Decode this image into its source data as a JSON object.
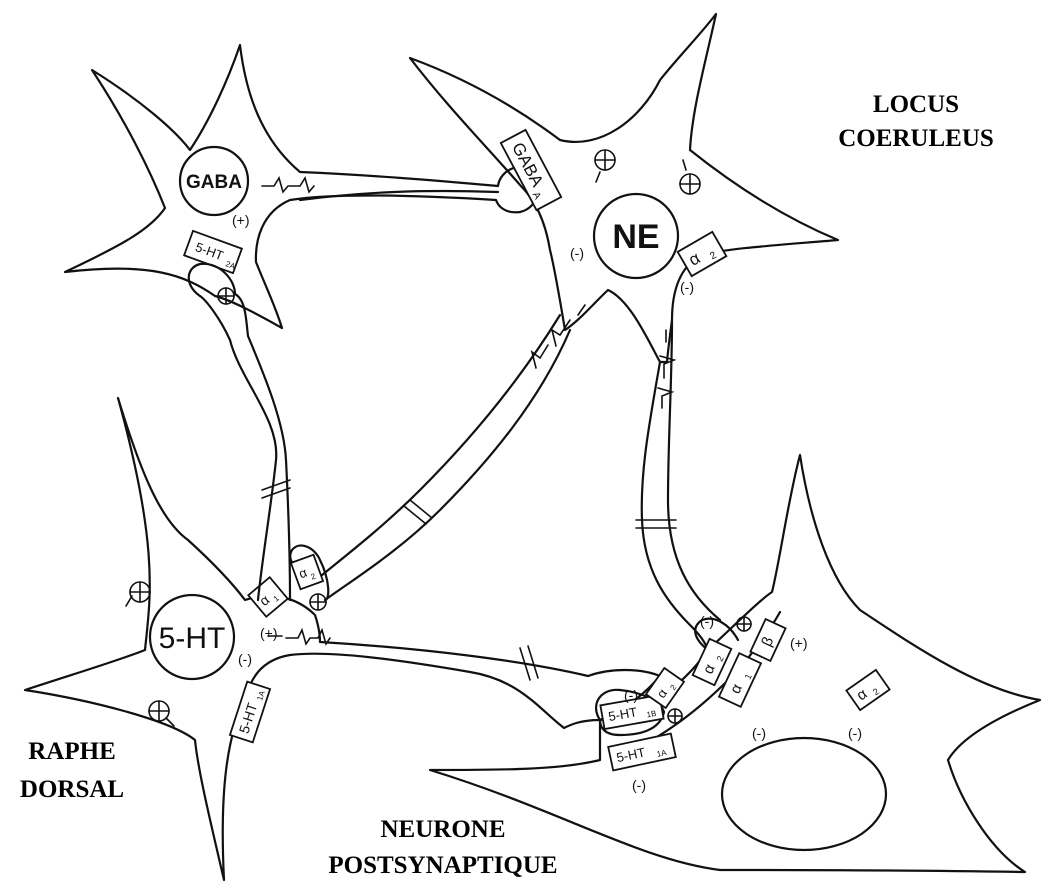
{
  "regions": {
    "locus": [
      "LOCUS",
      "COERULEUS"
    ],
    "raphe": [
      "RAPHE",
      "DORSAL"
    ],
    "post": [
      "NEURONE",
      "POSTSYNAPTIQUE"
    ]
  },
  "somas": {
    "gaba": "GABA",
    "ne": "NE",
    "ht": "5-HT"
  },
  "receptors": {
    "gaba_a": "GABA",
    "gaba_a_sub": "A",
    "ht2a": "5-HT",
    "ht2a_sub": "2A",
    "ht1a_raphe": "5-HT",
    "ht1a_raphe_sub": "1A",
    "alpha2_ne": "α",
    "alpha2_ne_sub": "2",
    "alpha1_raphe": "α",
    "alpha1_raphe_sub": "1",
    "alpha2_term": "α",
    "alpha2_term_sub": "2",
    "alpha1_term": "α",
    "alpha1_term_sub": "1",
    "ht1b": "5-HT",
    "ht1b_sub": "1B",
    "alpha2_post_a": "α",
    "alpha2_post_a_sub": "2",
    "alpha2_post_b": "α",
    "alpha2_post_b_sub": "2",
    "alpha1_post": "α",
    "alpha1_post_sub": "1",
    "beta_post": "β",
    "ht1a_post": "5-HT",
    "ht1a_post_sub": "1A"
  },
  "signs": {
    "plus": "(+)",
    "minus": "(-)"
  }
}
